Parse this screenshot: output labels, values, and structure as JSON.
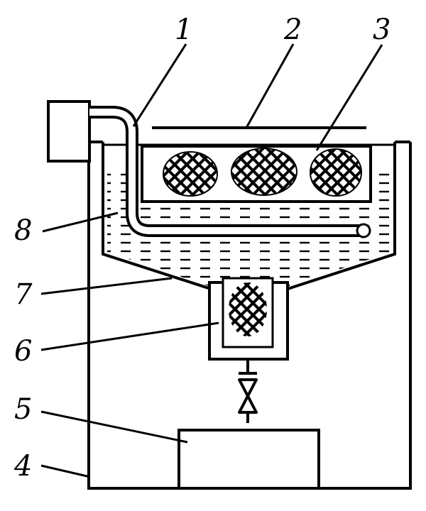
{
  "diagram": {
    "labels": [
      {
        "id": "1",
        "text": "1"
      },
      {
        "id": "2",
        "text": "2"
      },
      {
        "id": "3",
        "text": "3"
      },
      {
        "id": "4",
        "text": "4"
      },
      {
        "id": "5",
        "text": "5"
      },
      {
        "id": "6",
        "text": "6"
      },
      {
        "id": "7",
        "text": "7"
      },
      {
        "id": "8",
        "text": "8"
      }
    ],
    "colors": {
      "ink": "#000000",
      "background": "#ffffff"
    }
  }
}
